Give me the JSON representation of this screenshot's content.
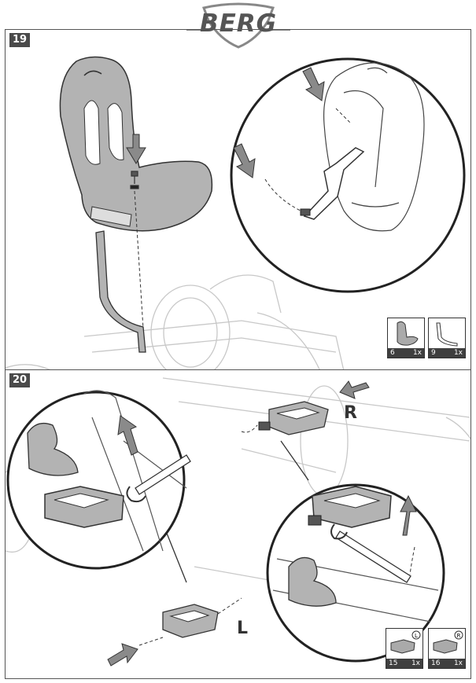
{
  "brand": {
    "logo_text": "BERG"
  },
  "steps": [
    {
      "number": "19",
      "parts": [
        {
          "id": "6",
          "qty": "1x",
          "icon": "seat-icon"
        },
        {
          "id": "9",
          "qty": "1x",
          "icon": "seat-bracket-icon"
        }
      ]
    },
    {
      "number": "20",
      "side_left": "L",
      "side_right": "R",
      "parts": [
        {
          "id": "15",
          "qty": "1x",
          "icon": "pedal-left-icon",
          "badge": "L"
        },
        {
          "id": "16",
          "qty": "1x",
          "icon": "pedal-right-icon",
          "badge": "R"
        }
      ]
    }
  ],
  "colors": {
    "part_grey": "#b3b3b3",
    "line": "#333333",
    "arrow": "#8a8a8a"
  }
}
